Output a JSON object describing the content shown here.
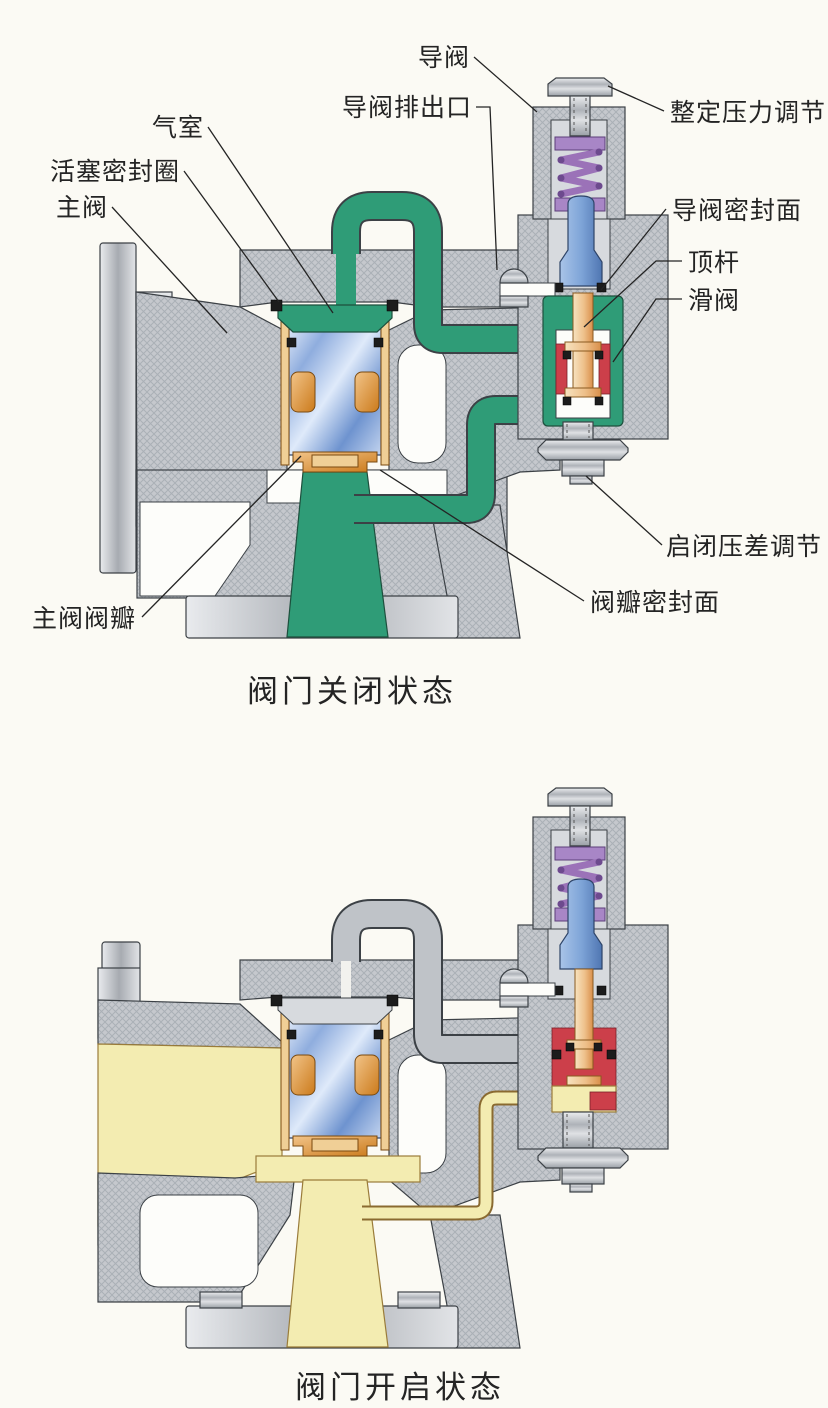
{
  "page": {
    "type": "scanned technical illustration, pilot-operated safety valve cross-sections"
  },
  "colors": {
    "background": "#fbfaf4",
    "ink": "#242424",
    "media_closed_green": "#2f9c77",
    "media_open_yellow": "#f3ecb1",
    "body_gray": "#c5c8cd",
    "hatch_line": "#aab0b6",
    "metal_light": "#e9ebee",
    "metal_dark": "#9aa0a6",
    "piston_blue": "#7d9fd4",
    "poppet_blue": "#6f96cc",
    "copper": "#d2851f",
    "spring_purple": "#a886c6",
    "seal_red": "#cc3f4a",
    "rod_tan": "#e8b87a",
    "seal_black": "#1c1c1c"
  },
  "closed": {
    "caption": "阀门关闭状态",
    "labels": {
      "pilot_valve": "导阀",
      "pilot_discharge_port": "导阀排出口",
      "set_pressure_adjust": "整定压力调节",
      "air_chamber": "气室",
      "piston_seal_ring": "活塞密封圈",
      "main_valve": "主阀",
      "pilot_seal_face": "导阀密封面",
      "push_rod": "顶杆",
      "slide_valve": "滑阀",
      "open_close_pressure_diff_adjust": "启闭压差调节",
      "disc_seal_face": "阀瓣密封面",
      "main_valve_disc": "主阀阀瓣"
    }
  },
  "open": {
    "caption": "阀门开启状态"
  }
}
